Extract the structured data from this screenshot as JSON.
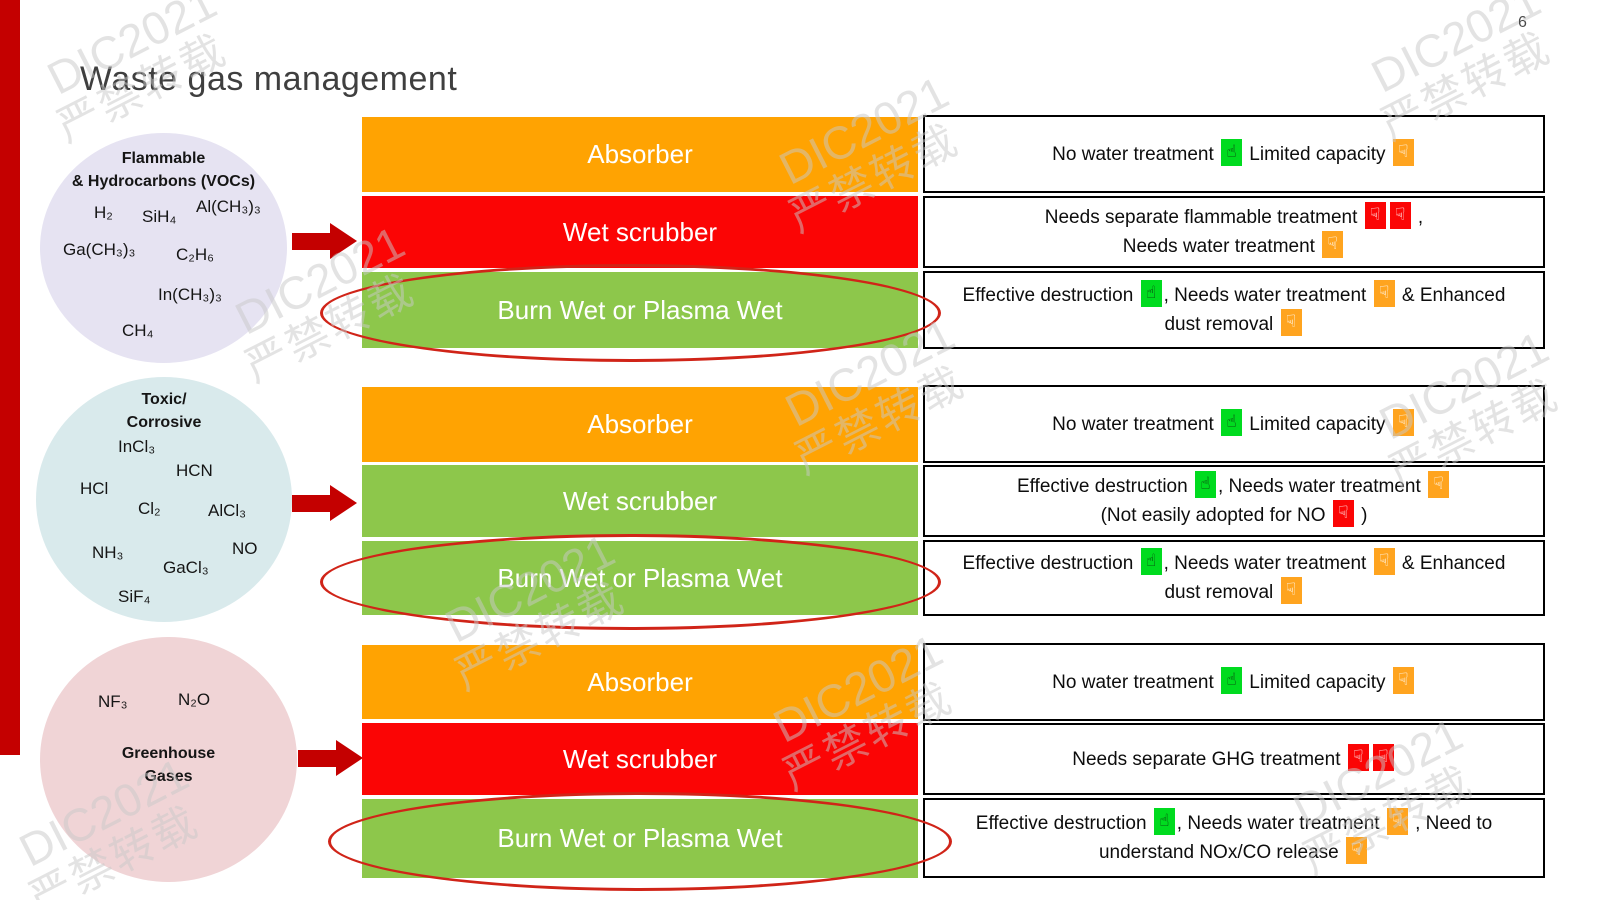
{
  "page": {
    "title": "Waste gas management",
    "number": "6"
  },
  "watermark": {
    "line1": "DIC2021",
    "line2": "严禁转载"
  },
  "colors": {
    "accent": "#C40000",
    "bar_orange": "#FFA302",
    "bar_red": "#FB0505",
    "bar_green": "#8DC74B",
    "ellipse": "#D02418"
  },
  "icons": {
    "@up": {
      "name": "thumbs-up-icon",
      "glyph": "☝",
      "bg": "#00DB1F",
      "color": "#0d2e0d"
    },
    "@down": {
      "name": "thumbs-down-icon",
      "glyph": "☟",
      "bg": "#FFA41F",
      "color": "#ffffff"
    },
    "@downred": {
      "name": "thumbs-down-icon",
      "glyph": "☟",
      "bg": "#FB0505",
      "color": "#ffffff"
    }
  },
  "groups": [
    {
      "id": "flammable",
      "circle_title_lines": [
        "Flammable",
        "& Hydrocarbons (VOCs)"
      ],
      "circle_color": "#E6E3F2",
      "chemicals": [
        "H₂",
        "SiH₄",
        "Al(CH₃)₃",
        "Ga(CH₃)₃",
        "C₂H₆",
        "In(CH₃)₃",
        "CH₄"
      ],
      "bars": [
        {
          "label": "Absorber",
          "color": "#FFA302"
        },
        {
          "label": "Wet scrubber",
          "color": "#FB0505"
        },
        {
          "label": "Burn Wet or Plasma Wet",
          "color": "#8DC74B"
        }
      ],
      "notes": [
        [
          [
            "No water treatment ",
            "@up",
            " Limited capacity ",
            "@down"
          ]
        ],
        [
          [
            "Needs separate flammable treatment ",
            "@downred",
            "@downred",
            " ,"
          ],
          [
            "Needs water treatment ",
            "@down"
          ]
        ],
        [
          [
            "Effective destruction ",
            "@up",
            ", Needs water treatment ",
            "@down",
            "  & Enhanced"
          ],
          [
            "dust removal ",
            "@down"
          ]
        ]
      ]
    },
    {
      "id": "toxic-corrosive",
      "circle_title_lines": [
        "Toxic/",
        "Corrosive"
      ],
      "circle_color": "#D9EAEC",
      "chemicals": [
        "InCl₃",
        "HCN",
        "HCl",
        "Cl₂",
        "AlCl₃",
        "NH₃",
        "NO",
        "GaCl₃",
        "SiF₄"
      ],
      "bars": [
        {
          "label": "Absorber",
          "color": "#FFA302"
        },
        {
          "label": "Wet scrubber",
          "color": "#8DC74B"
        },
        {
          "label": "Burn Wet or Plasma Wet",
          "color": "#8DC74B"
        }
      ],
      "notes": [
        [
          [
            "No water treatment ",
            "@up",
            " Limited capacity ",
            "@down"
          ]
        ],
        [
          [
            "Effective destruction ",
            "@up",
            ", Needs water treatment ",
            "@down"
          ],
          [
            "(Not easily adopted for NO ",
            "@downred",
            " )"
          ]
        ],
        [
          [
            "Effective destruction ",
            "@up",
            ", Needs water treatment ",
            "@down",
            "  & Enhanced"
          ],
          [
            "dust removal ",
            "@down"
          ]
        ]
      ]
    },
    {
      "id": "greenhouse",
      "circle_title_lines": [
        "Greenhouse",
        "Gases"
      ],
      "circle_color": "#F0D4D6",
      "chemicals": [
        "NF₃",
        "N₂O"
      ],
      "bars": [
        {
          "label": "Absorber",
          "color": "#FFA302"
        },
        {
          "label": "Wet scrubber",
          "color": "#FB0505"
        },
        {
          "label": "Burn Wet or Plasma Wet",
          "color": "#8DC74B"
        }
      ],
      "notes": [
        [
          [
            "No water treatment ",
            "@up",
            " Limited capacity ",
            "@down"
          ]
        ],
        [
          [
            "Needs separate GHG treatment ",
            "@downred",
            "@downred"
          ]
        ],
        [
          [
            "Effective destruction ",
            "@up",
            ", Needs water treatment ",
            "@down",
            " , Need to"
          ],
          [
            "understand NOx/CO release ",
            "@down"
          ]
        ]
      ]
    }
  ]
}
